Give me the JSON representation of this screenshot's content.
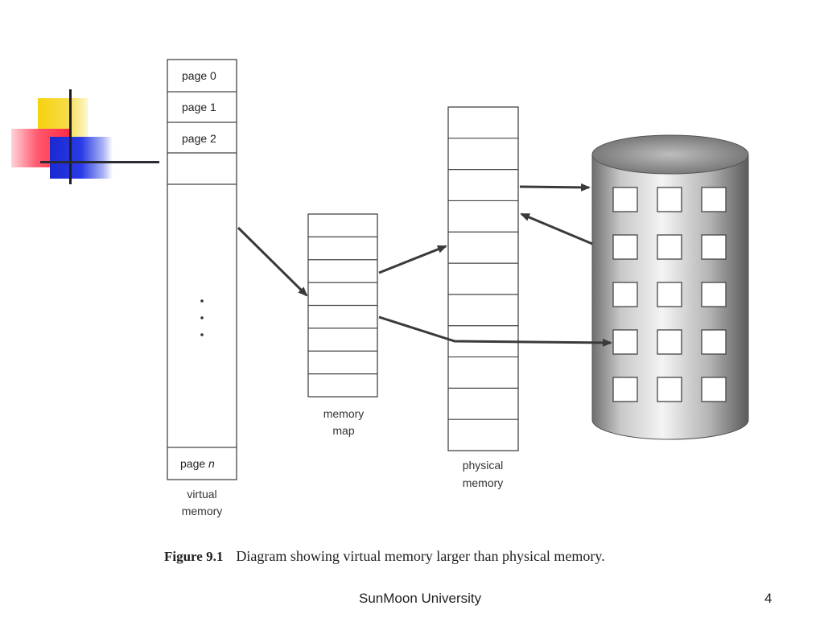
{
  "diagram": {
    "virtual_memory": {
      "pages": [
        "page 0",
        "page 1",
        "page 2",
        "",
        "page n"
      ],
      "ellipsis": "·\n·\n·",
      "label": [
        "virtual",
        "memory"
      ]
    },
    "memory_map": {
      "label": [
        "memory",
        "map"
      ]
    },
    "physical_memory": {
      "label": [
        "physical",
        "memory"
      ]
    },
    "caption": {
      "prefix": "Figure 9.1",
      "text": "Diagram showing virtual memory larger than physical memory."
    }
  },
  "footer": {
    "university": "SunMoon University",
    "page_number": "4"
  }
}
